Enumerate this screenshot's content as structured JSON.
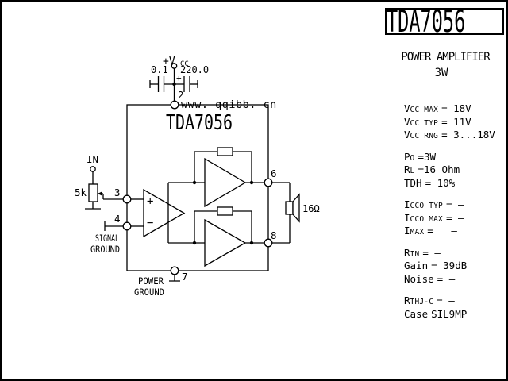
{
  "panel": {
    "title": "TDA7056",
    "subtitle1": "POWER AMPLIFIER",
    "subtitle2": "3W",
    "specs": [
      {
        "main": "V",
        "sub": "CC MAX",
        "value": "= 18V"
      },
      {
        "main": "V",
        "sub": "CC TYP",
        "value": "= 11V"
      },
      {
        "main": "V",
        "sub": "CC RNG",
        "value": "= 3...18V"
      },
      {
        "main": "P",
        "sub": "O",
        "value": "=3W"
      },
      {
        "main": "R",
        "sub": "L",
        "value": "=16 Ohm"
      },
      {
        "main": "TDH",
        "sub": "",
        "value": "= 10%"
      },
      {
        "main": "I",
        "sub": "CCO TYP",
        "value": "= –"
      },
      {
        "main": "I",
        "sub": "CCO MAX",
        "value": "= –"
      },
      {
        "main": "I",
        "sub": "MAX",
        "value": "=   –"
      },
      {
        "main": "R",
        "sub": "IN",
        "value": "= –"
      },
      {
        "main": "Gain",
        "sub": "",
        "value": "= 39dB"
      },
      {
        "main": "Noise",
        "sub": "",
        "value": "= –"
      },
      {
        "main": "R",
        "sub": "THJ-C",
        "value": "= –"
      },
      {
        "main": "Case",
        "sub": "",
        "value": "SIL9MP"
      }
    ]
  },
  "circuit": {
    "ic_label": "TDA7056",
    "watermark": "www. qqibb. cn",
    "labels": {
      "vcc": "+V",
      "vcc_sub": "CC",
      "cap1": "0.1",
      "cap2": "220.0",
      "cap2_polarity": "+",
      "pin2": "2",
      "pin3": "3",
      "pin4": "4",
      "pin6": "6",
      "pin7": "7",
      "pin8": "8",
      "input": "IN",
      "pot": "5k",
      "signal_ground_line1": "SIGNAL",
      "signal_ground_line2": "GROUND",
      "power_ground_line1": "POWER",
      "power_ground_line2": "GROUND",
      "speaker": "16Ω",
      "amp_plus": "+",
      "amp_minus": "−"
    },
    "colors": {
      "line": "#000000",
      "background": "#ffffff"
    }
  }
}
